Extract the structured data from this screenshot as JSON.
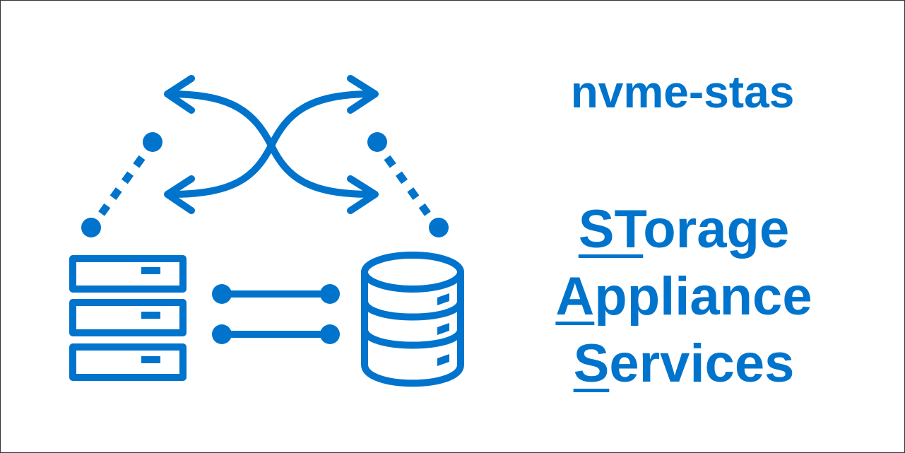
{
  "title": "nvme-stas",
  "acronym": [
    {
      "initial": "ST",
      "rest": "orage"
    },
    {
      "initial": "A",
      "rest": "ppliance"
    },
    {
      "initial": "S",
      "rest": "ervices"
    }
  ],
  "colors": {
    "brand": "#0074cc",
    "background": "#ffffff"
  },
  "icons": [
    "crossing-arrows-icon",
    "server-rack-icon",
    "database-icon",
    "connection-link-icon"
  ]
}
